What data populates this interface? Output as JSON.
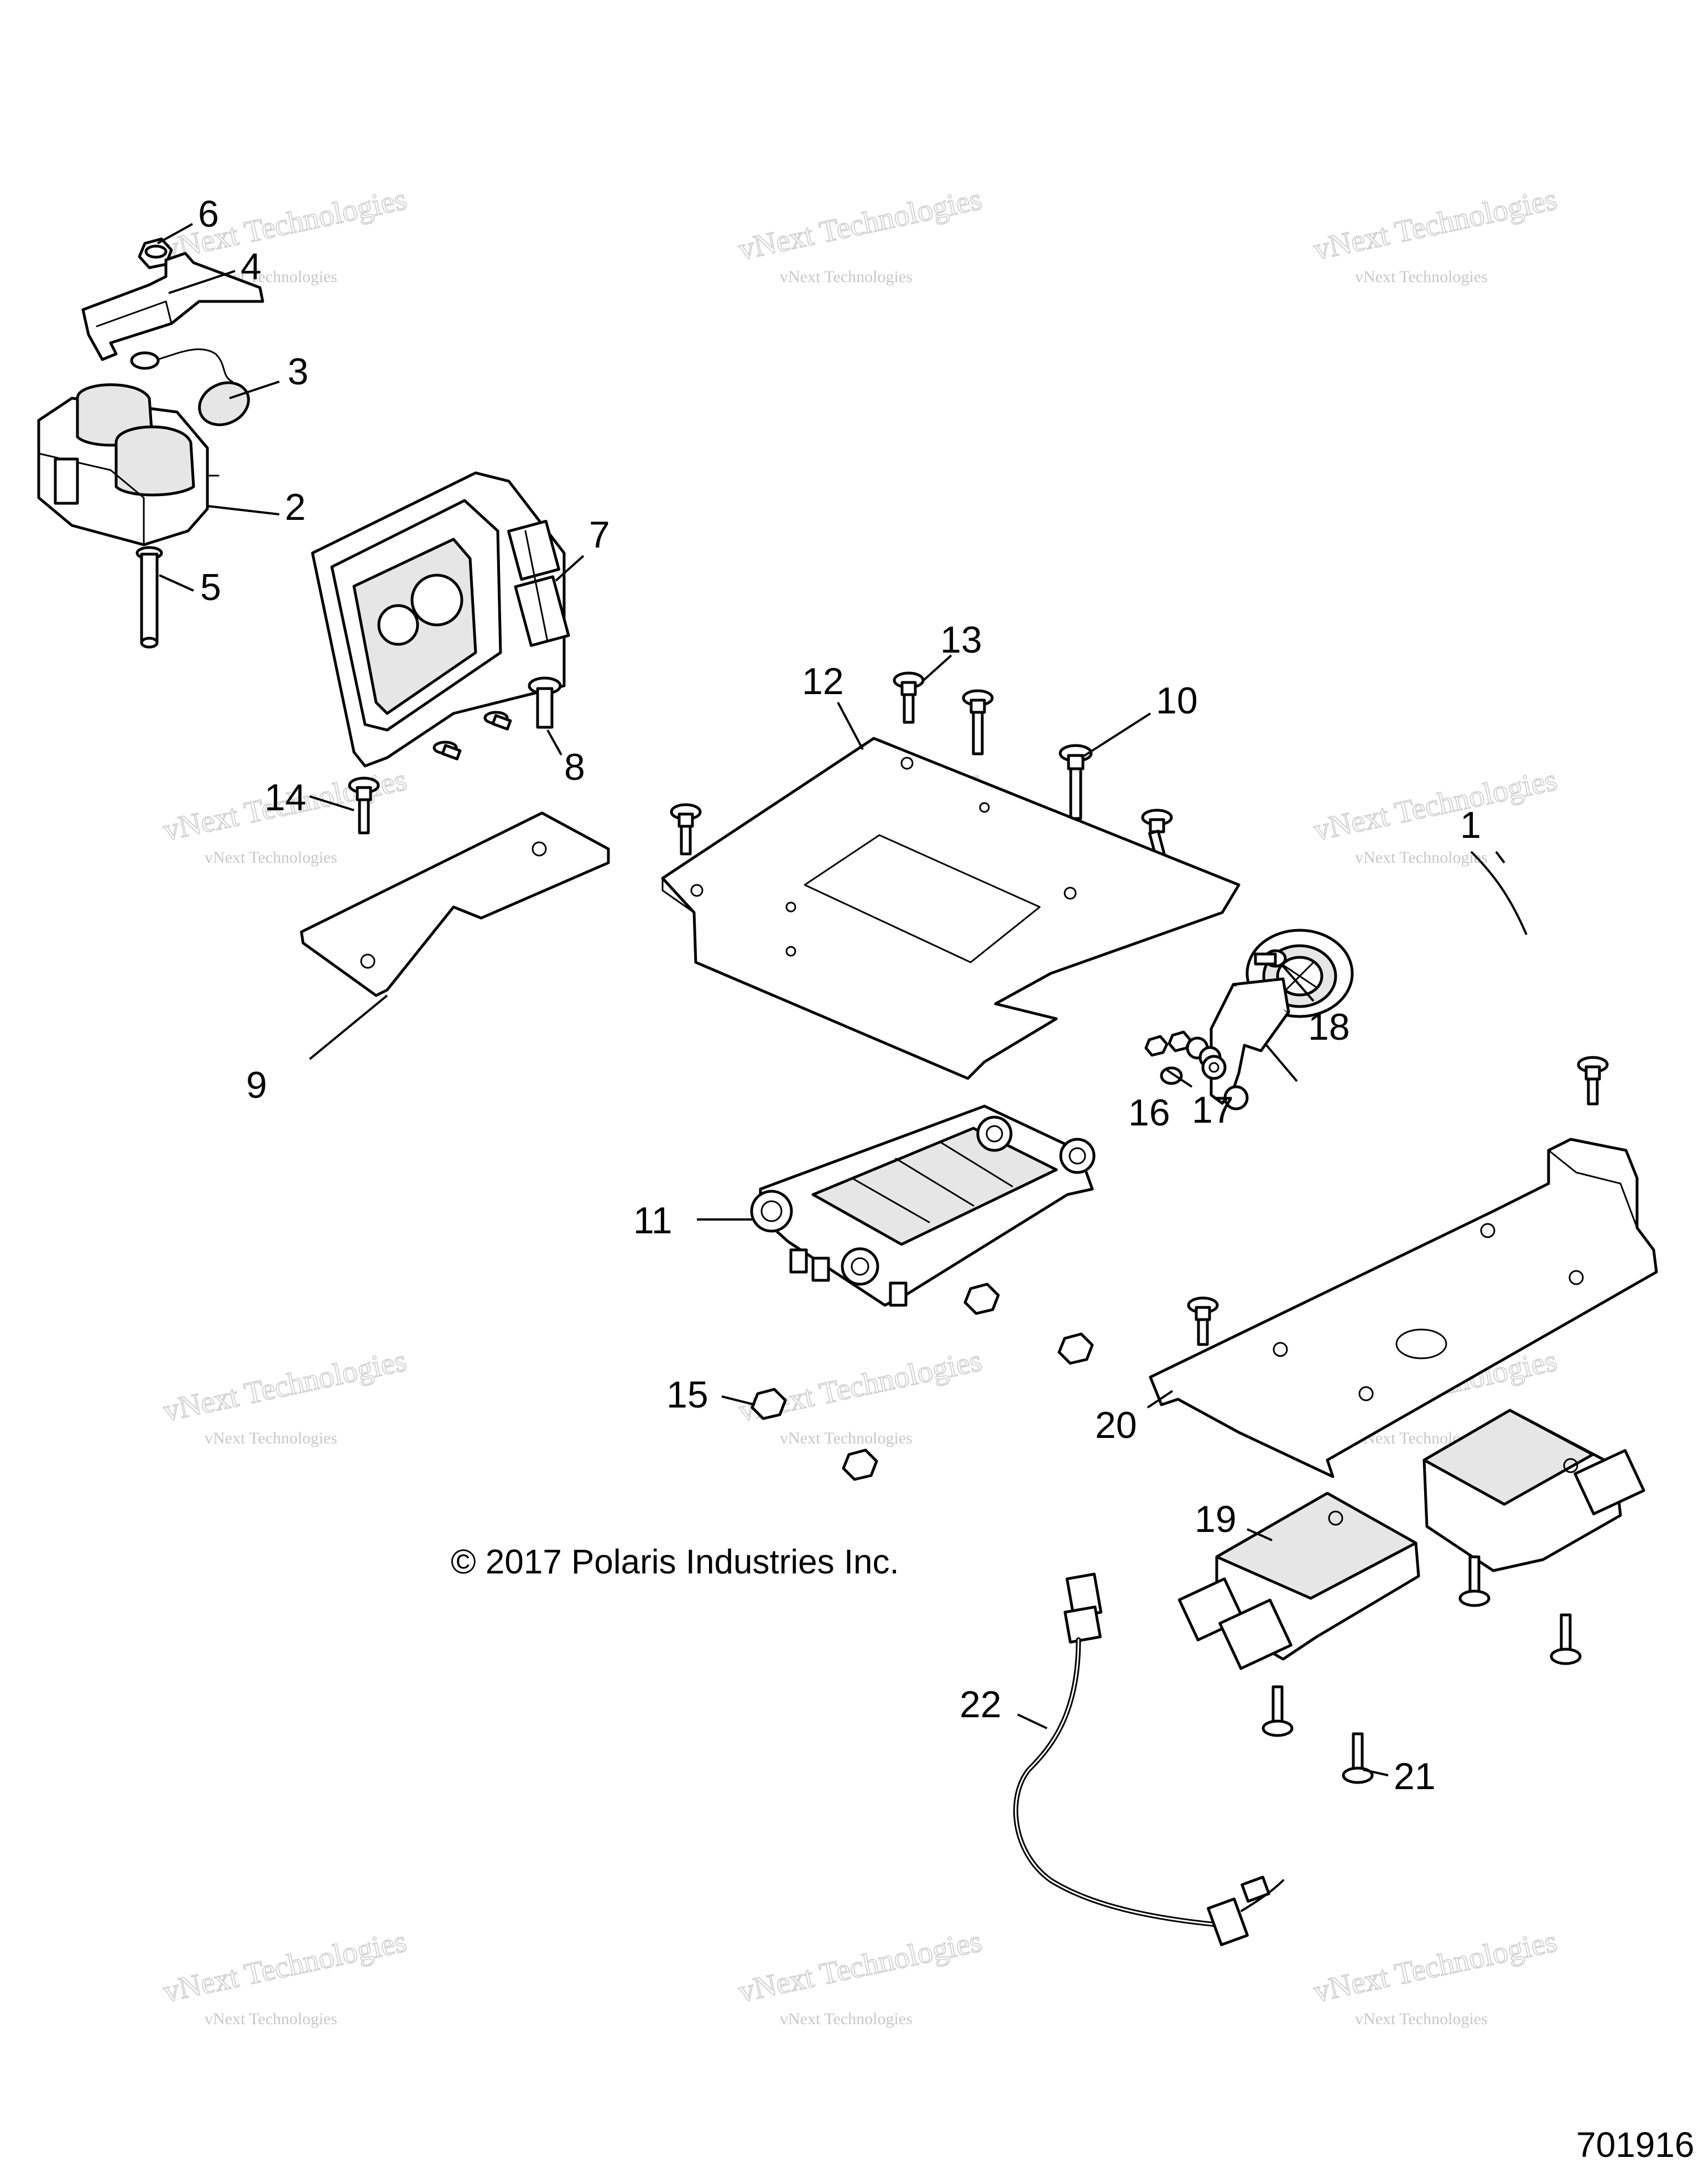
{
  "callouts": [
    {
      "id": "1",
      "label": "1"
    },
    {
      "id": "2",
      "label": "2"
    },
    {
      "id": "3",
      "label": "3"
    },
    {
      "id": "4",
      "label": "4"
    },
    {
      "id": "5",
      "label": "5"
    },
    {
      "id": "6",
      "label": "6"
    },
    {
      "id": "7",
      "label": "7"
    },
    {
      "id": "8",
      "label": "8"
    },
    {
      "id": "9",
      "label": "9"
    },
    {
      "id": "10",
      "label": "10"
    },
    {
      "id": "11",
      "label": "11"
    },
    {
      "id": "12",
      "label": "12"
    },
    {
      "id": "13",
      "label": "13"
    },
    {
      "id": "14",
      "label": "14"
    },
    {
      "id": "15",
      "label": "15"
    },
    {
      "id": "16",
      "label": "16"
    },
    {
      "id": "17",
      "label": "17"
    },
    {
      "id": "18",
      "label": "18"
    },
    {
      "id": "19",
      "label": "19"
    },
    {
      "id": "20",
      "label": "20"
    },
    {
      "id": "21",
      "label": "21"
    },
    {
      "id": "22",
      "label": "22"
    }
  ],
  "copyright": "© 2017 Polaris Industries Inc.",
  "part_number": "701916",
  "watermark": {
    "line_small": "vNext Technologies",
    "line_big": "vNext Technologies"
  }
}
